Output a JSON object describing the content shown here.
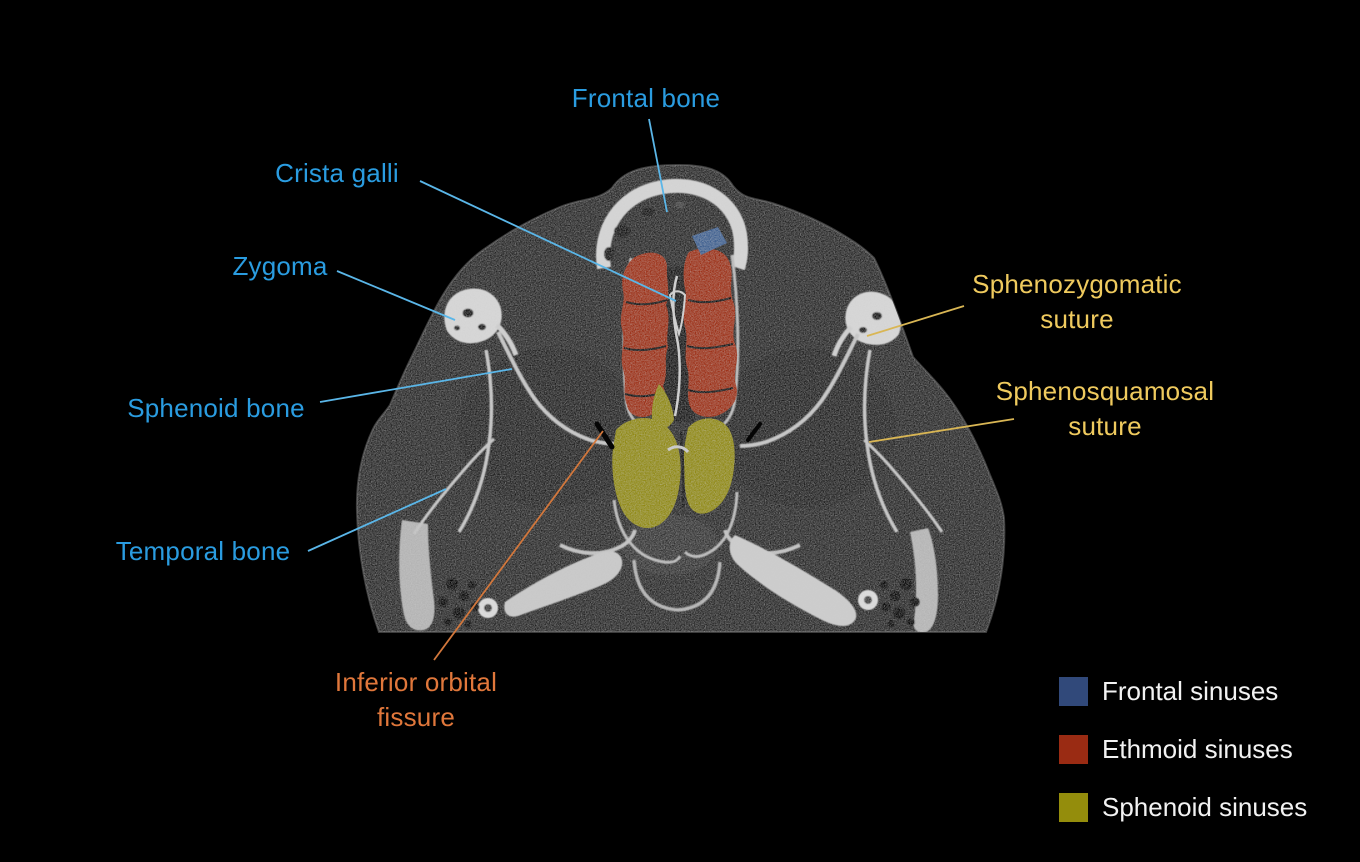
{
  "figure": {
    "type": "annotated axial CT scan of the skull",
    "background": "#000000",
    "annotations": [
      {
        "id": "frontal-bone",
        "text": "Frontal bone",
        "color": "#2a9ce0",
        "line_color": "#5ab6e8"
      },
      {
        "id": "crista-galli",
        "text": "Crista galli",
        "color": "#2a9ce0",
        "line_color": "#5ab6e8"
      },
      {
        "id": "zygoma",
        "text": "Zygoma",
        "color": "#2a9ce0",
        "line_color": "#5ab6e8"
      },
      {
        "id": "sphenoid-bone",
        "text": "Sphenoid bone",
        "color": "#2a9ce0",
        "line_color": "#5ab6e8"
      },
      {
        "id": "temporal-bone",
        "text": "Temporal bone",
        "color": "#2a9ce0",
        "line_color": "#5ab6e8"
      },
      {
        "id": "inferior-orbital-fissure",
        "text": "Inferior orbital\nfissure",
        "color": "#e0773b",
        "line_color": "#d2773c"
      },
      {
        "id": "sphenozygomatic-suture",
        "text": "Sphenozygomatic\nsuture",
        "color": "#efca5e",
        "line_color": "#d9b654"
      },
      {
        "id": "sphenosquamosal-suture",
        "text": "Sphenosquamosal\nsuture",
        "color": "#efca5e",
        "line_color": "#d9b654"
      }
    ],
    "legend": [
      {
        "label": "Frontal sinuses",
        "color": "#31497A"
      },
      {
        "label": "Ethmoid sinuses",
        "color": "#9A2B13"
      },
      {
        "label": "Sphenoid sinuses",
        "color": "#948D0C"
      }
    ],
    "overlay_colors": {
      "frontal_sinus": "#3a5c8e",
      "ethmoid_sinus": "#9b2a10",
      "sphenoid_sinus": "#8e870e"
    }
  }
}
